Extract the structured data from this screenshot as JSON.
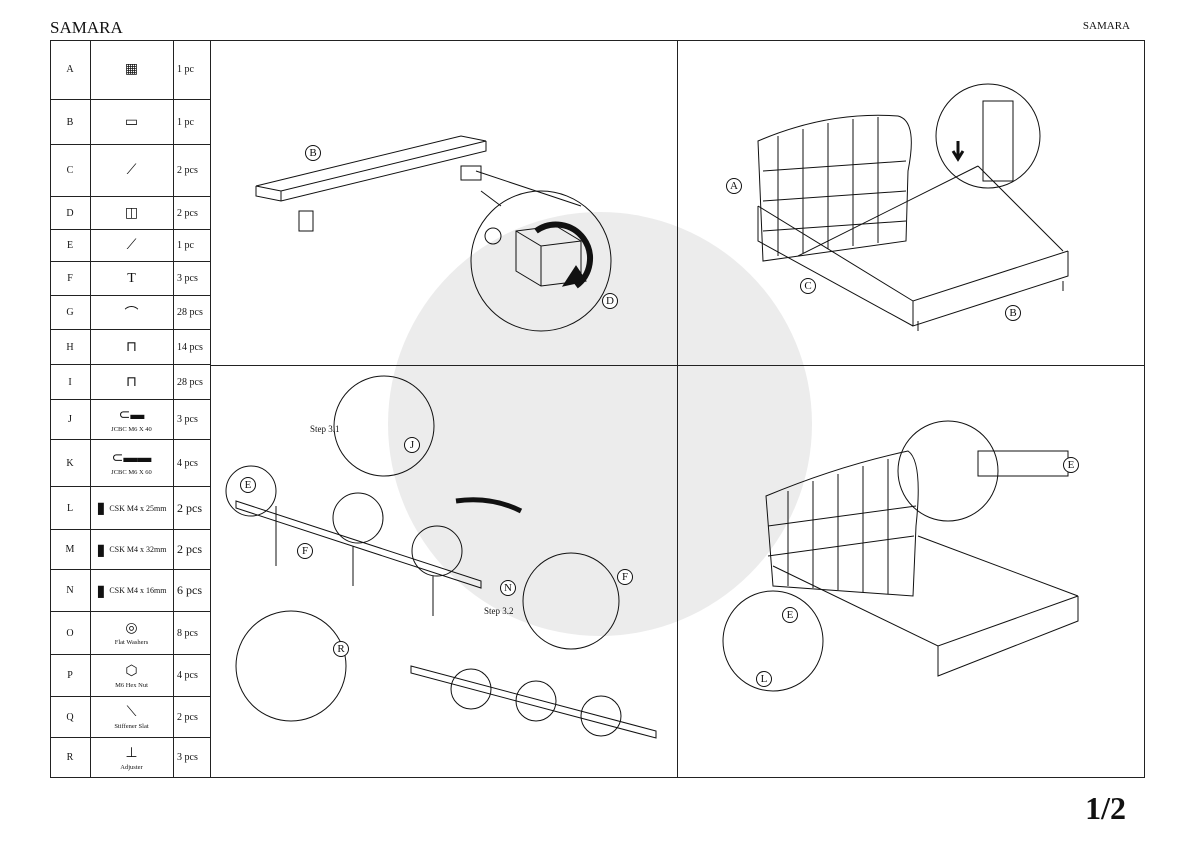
{
  "header": {
    "title_left": "SAMARA",
    "title_right": "SAMARA"
  },
  "page_number": "1/2",
  "parts": [
    {
      "letter": "A",
      "caption": "",
      "qty": "1 pc"
    },
    {
      "letter": "B",
      "caption": "",
      "qty": "1 pc"
    },
    {
      "letter": "C",
      "caption": "",
      "qty": "2 pcs"
    },
    {
      "letter": "D",
      "caption": "",
      "qty": "2 pcs"
    },
    {
      "letter": "E",
      "caption": "",
      "qty": "1 pc"
    },
    {
      "letter": "F",
      "caption": "",
      "qty": "3 pcs"
    },
    {
      "letter": "G",
      "caption": "",
      "qty": "28 pcs"
    },
    {
      "letter": "H",
      "caption": "",
      "qty": "14 pcs"
    },
    {
      "letter": "I",
      "caption": "",
      "qty": "28 pcs"
    },
    {
      "letter": "J",
      "caption": "JCBC M6 X 40",
      "qty": "3 pcs"
    },
    {
      "letter": "K",
      "caption": "JCBC M6 X 60",
      "qty": "4 pcs"
    },
    {
      "letter": "L",
      "caption": "CSK M4 x 25mm",
      "qty": "2 pcs"
    },
    {
      "letter": "M",
      "caption": "CSK M4 x 32mm",
      "qty": "2 pcs"
    },
    {
      "letter": "N",
      "caption": "CSK M4 x 16mm",
      "qty": "6 pcs"
    },
    {
      "letter": "O",
      "caption": "Flat Washers",
      "qty": "8 pcs"
    },
    {
      "letter": "P",
      "caption": "M6 Hex Nut",
      "qty": "4 pcs"
    },
    {
      "letter": "Q",
      "caption": "Stiffener Slat",
      "qty": "2 pcs"
    },
    {
      "letter": "R",
      "caption": "Adjuster",
      "qty": "3 pcs"
    }
  ],
  "steps": {
    "step31": "Step 3.1",
    "step32": "Step 3.2"
  },
  "callouts": {
    "B": "B",
    "D": "D",
    "A": "A",
    "C": "C",
    "B2": "B",
    "E": "E",
    "J": "J",
    "F": "F",
    "N": "N",
    "F2": "F",
    "R": "R",
    "E2": "E",
    "E3": "E",
    "L": "L"
  }
}
